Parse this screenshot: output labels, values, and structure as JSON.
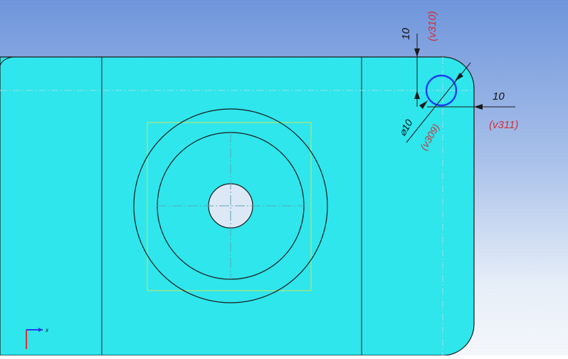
{
  "drawing": {
    "dimensions": {
      "top_value": "10",
      "top_variable": "(v310)",
      "right_value": "10",
      "right_variable": "(v311)",
      "diameter_value": "⌀10",
      "diameter_variable": "(v309)"
    },
    "axis_label": "x"
  },
  "colors": {
    "part_fill": "#2ee6ec",
    "hole_fill": "#dde8f6",
    "line": "#1a1a1a",
    "selection_frame": "#cfe65a",
    "dimension_value": "#111111",
    "dimension_variable": "#d0303a",
    "selected_circle": "#1e3cf0",
    "background_top": "#6f95db",
    "background_bottom": "#f4f7fb"
  }
}
